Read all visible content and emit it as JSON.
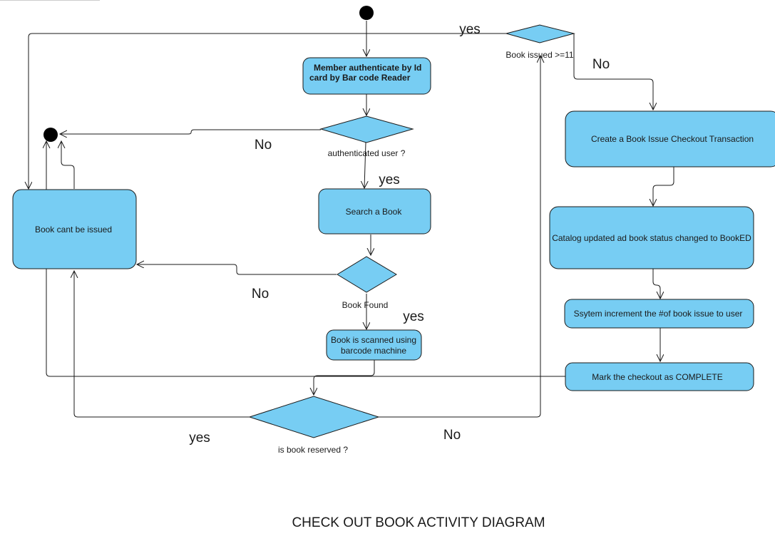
{
  "nodes": {
    "member_auth": [
      "Member authenticate by Id",
      "card by Bar code Reader"
    ],
    "search_book": "Search a Book",
    "book_cant_issued": "Book cant be issued",
    "book_scanned": [
      "Book is scanned using",
      "barcode machine"
    ],
    "create_transaction": "Create a Book Issue Checkout Transaction",
    "catalog_updated": "Catalog updated ad book status changed to BookED",
    "system_increment": "Ssytem increment the #of book issue to user",
    "mark_complete": "Mark the checkout as COMPLETE"
  },
  "decisions": {
    "authenticated_user": "authenticated user ?",
    "book_found": "Book Found",
    "is_book_reserved": "is book reserved ?",
    "book_issued_limit": "Book issued >=11"
  },
  "edge_labels": {
    "auth_no": "No",
    "auth_yes": "yes",
    "found_no": "No",
    "found_yes": "yes",
    "reserved_yes": "yes",
    "reserved_no": "No",
    "limit_yes": "yes",
    "limit_no": "No"
  },
  "caption": "CHECK OUT BOOK ACTIVITY DIAGRAM",
  "colors": {
    "node_fill": "#77CDF3",
    "stroke": "#1a1a1a"
  }
}
